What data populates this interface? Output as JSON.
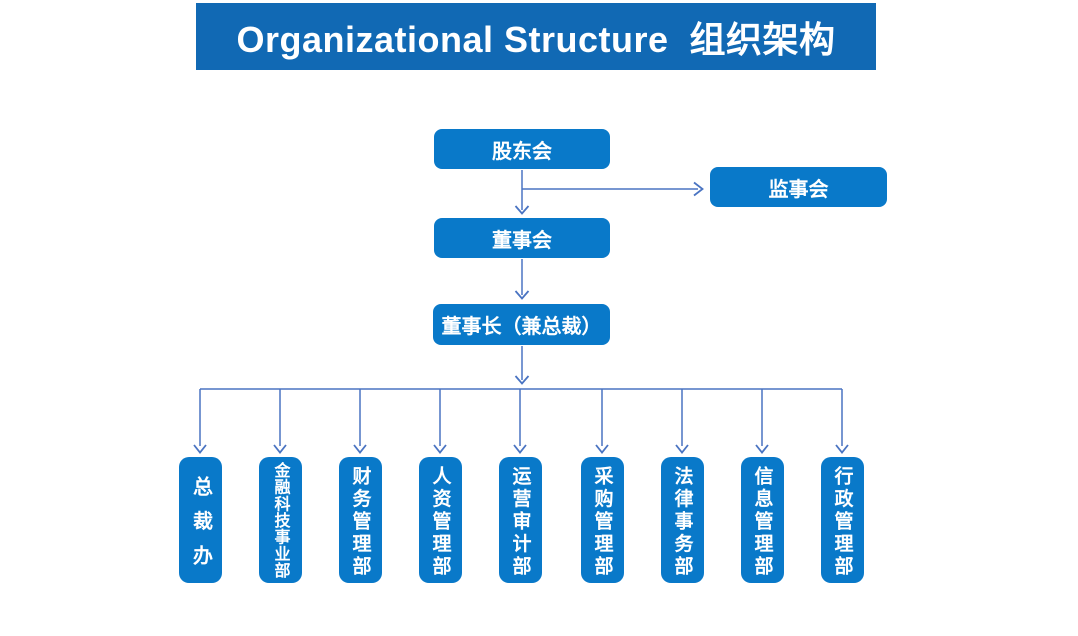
{
  "title": "Organizational Structure  组织架构",
  "colors": {
    "banner": "#1169b4",
    "node_fill": "#0979c9",
    "node_text": "#ffffff",
    "connector": "#4a74c2"
  },
  "nodes": {
    "shareholders": "股东会",
    "supervisory": "监事会",
    "board": "董事会",
    "chairman": "董事长（兼总裁）"
  },
  "departments": [
    "总裁办",
    "金融科技事业部",
    "财务管理部",
    "人资管理部",
    "运营审计部",
    "采购管理部",
    "法律事务部",
    "信息管理部",
    "行政管理部"
  ]
}
